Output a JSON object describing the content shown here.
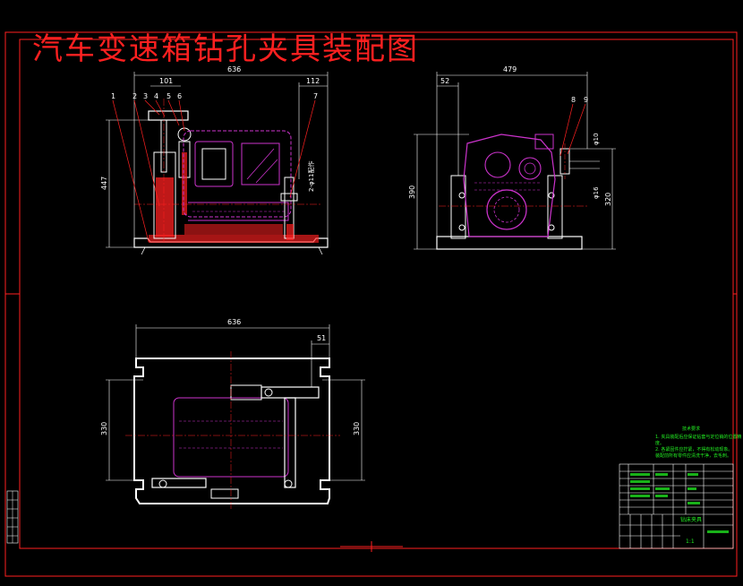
{
  "drawing": {
    "title": "汽车变速箱钻孔夹具装配图"
  },
  "front_view": {
    "dims": {
      "overall_width": "636",
      "offset_left": "101",
      "offset_right": "112",
      "height": "447"
    },
    "balloons": [
      "1",
      "2",
      "3",
      "4",
      "5",
      "6",
      "7"
    ],
    "callout": "2-φ11配作"
  },
  "side_view": {
    "dims": {
      "width": "479",
      "offset": "52",
      "height_left": "390",
      "height_right": "320"
    },
    "balloons": [
      "8",
      "9"
    ],
    "callouts": [
      "φ10",
      "φ16"
    ]
  },
  "plan_view": {
    "dims": {
      "width": "636",
      "offset": "51",
      "height_left": "330",
      "height_right": "330"
    }
  },
  "notes": {
    "title": "技术要求",
    "lines": [
      "1. 夹具装配后应保证钻套与定位销的位置精度。",
      "2. 各紧固件应拧紧，不得有松动现象。",
      "   装配前所有零件应清洗干净，去毛刺。"
    ]
  },
  "title_block": {
    "drawing_name": "钻床夹具",
    "scale": "1:1"
  },
  "colors": {
    "background": "#000000",
    "frame": "#ff2020",
    "outline": "#ffffff",
    "section": "#ff2020",
    "hidden": "#cc33cc",
    "leader": "#ff2020",
    "notes": "#22ee22"
  }
}
